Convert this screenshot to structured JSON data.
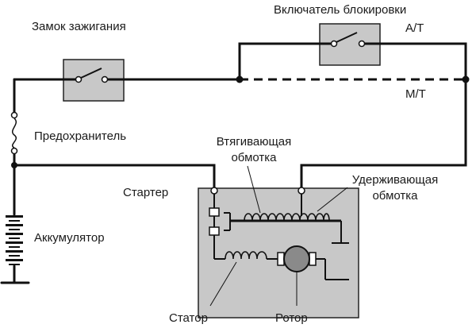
{
  "labels": {
    "ignition_switch": "Замок зажигания",
    "inhibitor_switch": "Включатель блокировки",
    "at": "A/T",
    "mt": "M/T",
    "fuse": "Предохранитель",
    "pull_in_coil_line1": "Втягивающая",
    "pull_in_coil_line2": "обмотка",
    "hold_in_coil_line1": "Удерживающая",
    "hold_in_coil_line2": "обмотка",
    "starter": "Стартер",
    "battery": "Аккумулятор",
    "stator": "Статор",
    "rotor": "Ротор"
  },
  "colors": {
    "wire": "#111111",
    "component_fill": "#c8c8c8",
    "component_border": "#222222",
    "rotor_fill": "#8a8a8a",
    "background": "#ffffff"
  }
}
